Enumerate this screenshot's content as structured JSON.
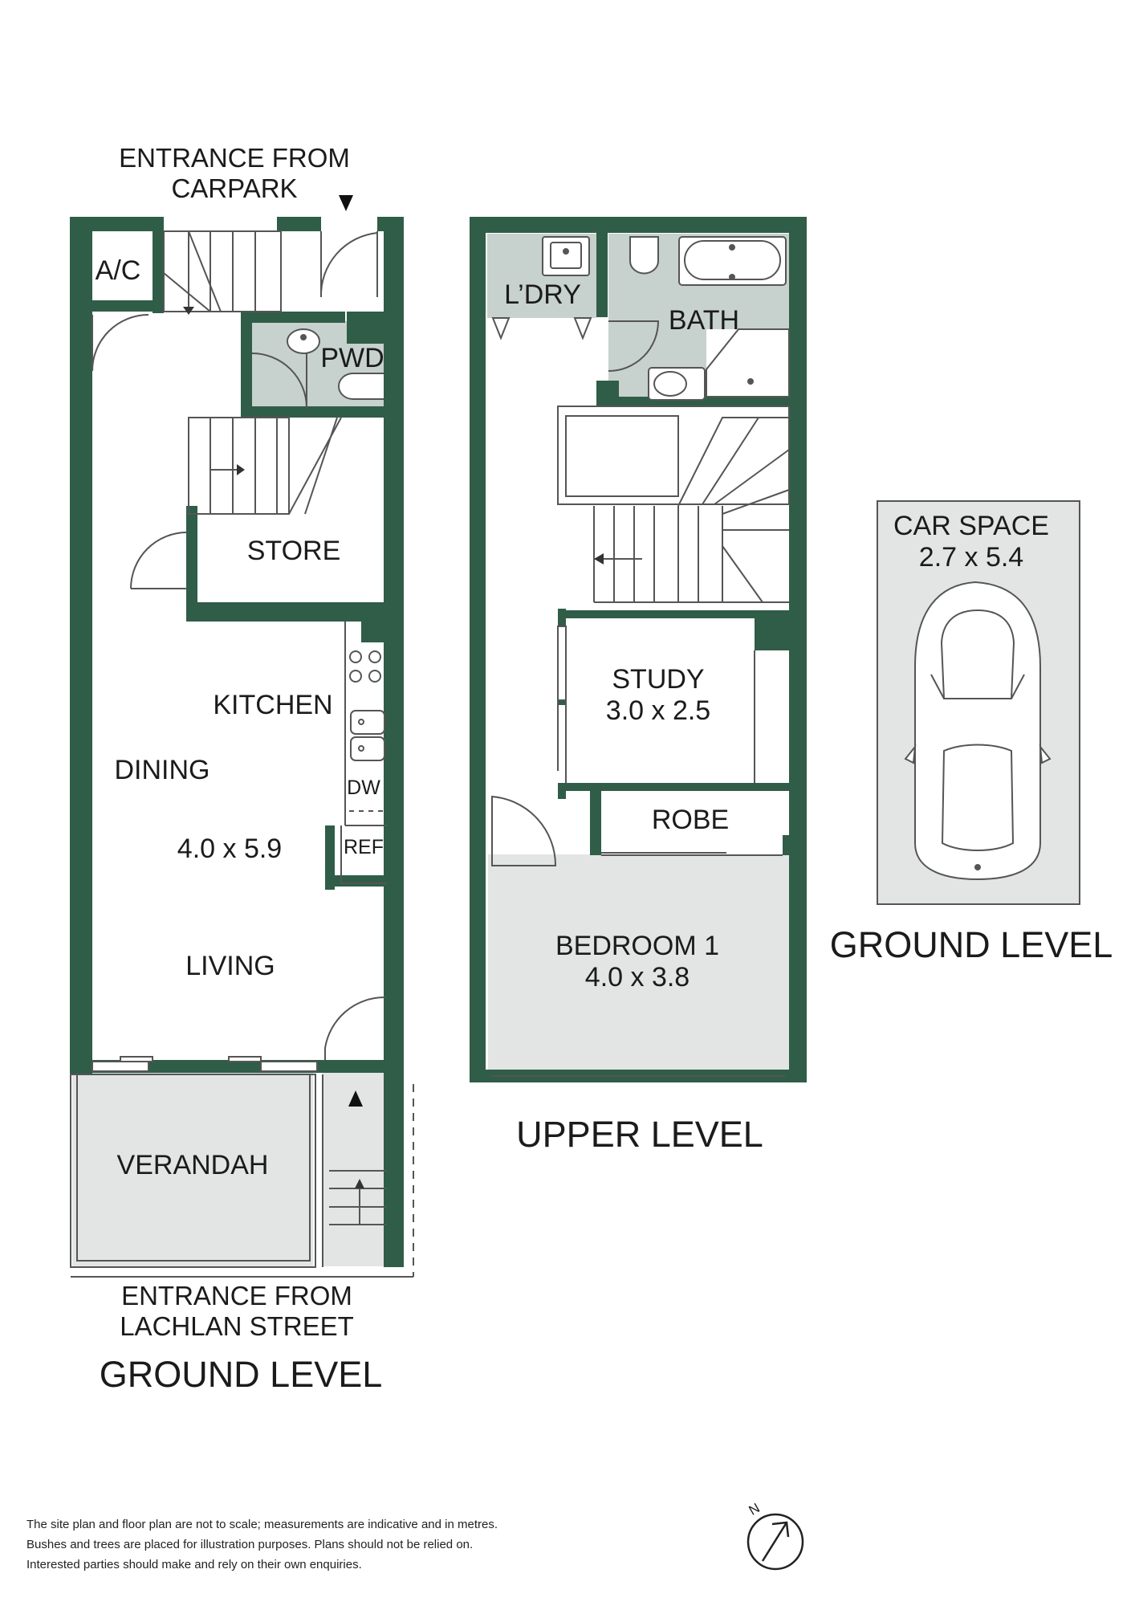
{
  "ground_floor": {
    "entrance_top": [
      "ENTRANCE FROM",
      "CARPARK"
    ],
    "entrance_bottom": [
      "ENTRANCE FROM",
      "LACHLAN STREET"
    ],
    "level_label": "GROUND LEVEL",
    "rooms": {
      "ac": "A/C",
      "pwd": "PWD",
      "store": "STORE",
      "kitchen": "KITCHEN",
      "dining": "DINING",
      "dining_size": "4.0 x 5.9",
      "living": "LIVING",
      "dw": "DW",
      "ref": "REF",
      "verandah": "VERANDAH"
    }
  },
  "upper_floor": {
    "level_label": "UPPER LEVEL",
    "rooms": {
      "laundry": "L’DRY",
      "bath": "BATH",
      "study": "STUDY",
      "study_size": "3.0 x 2.5",
      "robe": "ROBE",
      "bedroom": "BEDROOM 1",
      "bedroom_size": "4.0 x 3.8"
    }
  },
  "car_space": {
    "title": "CAR SPACE",
    "size": "2.7 x 5.4",
    "level_label": "GROUND LEVEL"
  },
  "compass": {
    "label": "N"
  },
  "disclaimer": [
    "The site plan and floor plan are not to scale; measurements are indicative and in metres.",
    "Bushes and trees are placed for illustration purposes. Plans should not be relied on.",
    "Interested parties should make and rely on their own enquiries."
  ],
  "colors": {
    "wall": "#2f5d48",
    "wet_area": "#c7d1cd",
    "grey_area": "#e3e4e4",
    "text": "#1b1b1b"
  }
}
